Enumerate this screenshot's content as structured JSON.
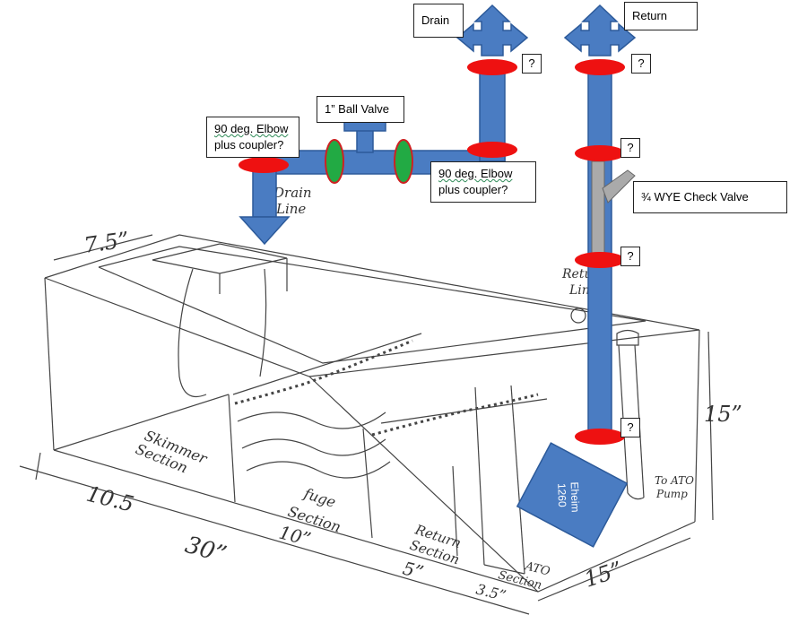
{
  "labels": {
    "drain": "Drain",
    "return": "Return",
    "ball_valve": "1” Ball Valve",
    "elbow_left_line1": "90 deg. Elbow",
    "elbow_left_line2": "plus coupler?",
    "elbow_right_line1": "90 deg. Elbow",
    "elbow_right_line2": "plus coupler?",
    "wye_check_valve": "¾ WYE Check Valve",
    "question_mark": "?"
  },
  "pump": {
    "line1": "Eheim",
    "line2": "1260"
  },
  "sketch_text": {
    "dim_7_5": "7.5”",
    "dim_15_height": "15”",
    "dim_10_5": "10.5",
    "dim_30": "30”",
    "dim_10": "10”",
    "dim_5": "5”",
    "dim_3_5": "3.5”",
    "dim_15_depth": "15”",
    "skimmer_1": "Skimmer",
    "skimmer_2": "Section",
    "fuge_1": "fuge",
    "fuge_2": "Section",
    "return_1": "Return",
    "return_2": "Section",
    "ato_1": "ATO",
    "ato_2": "Section",
    "to_ato_1": "To ATO",
    "to_ato_2": "Pump",
    "drain_line_1": "Drain",
    "drain_line_2": "Line",
    "return_line_1": "Return",
    "return_line_2": "Line"
  },
  "colors": {
    "pipe": "#4a7cc2",
    "pipe_stroke": "#2c5a9a",
    "coupler": "#ee1111",
    "valve": "#22aa44",
    "check_valve": "#aaaaaa",
    "sketch": "#444444"
  }
}
